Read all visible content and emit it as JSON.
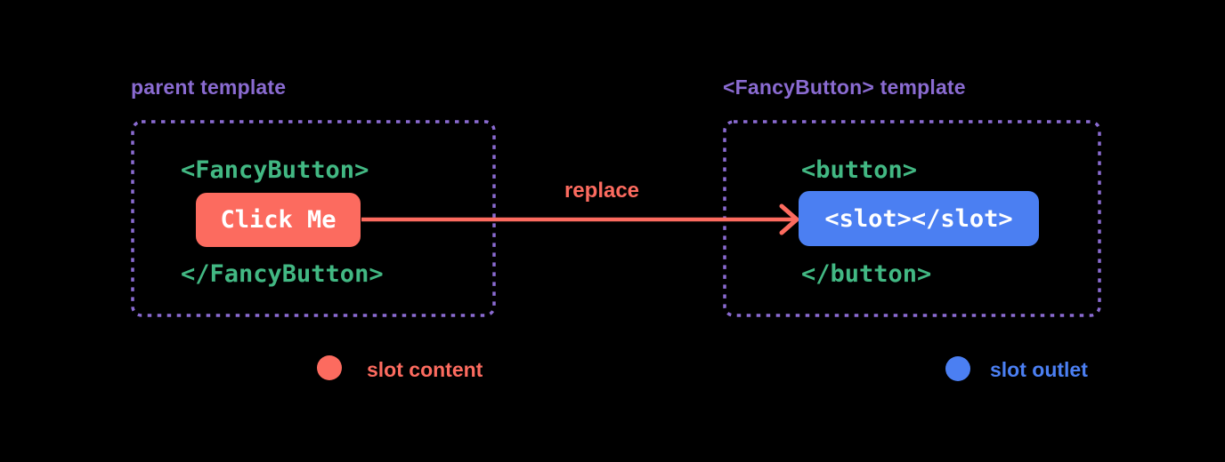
{
  "colors": {
    "background": "#000000",
    "purple": "#8a6bd1",
    "green": "#42b883",
    "coral": "#fc6b5f",
    "blue": "#4b7ff2",
    "button_text": "#ffffff"
  },
  "left_panel": {
    "title": "parent template",
    "code_open": "<FancyButton>",
    "button_text": "Click Me",
    "code_close": "</FancyButton>"
  },
  "arrow": {
    "label": "replace"
  },
  "right_panel": {
    "title": "<FancyButton> template",
    "code_open": "<button>",
    "slot_text": "<slot></slot>",
    "code_close": "</button>"
  },
  "legend": [
    {
      "label": "slot content"
    },
    {
      "label": "slot outlet"
    }
  ]
}
